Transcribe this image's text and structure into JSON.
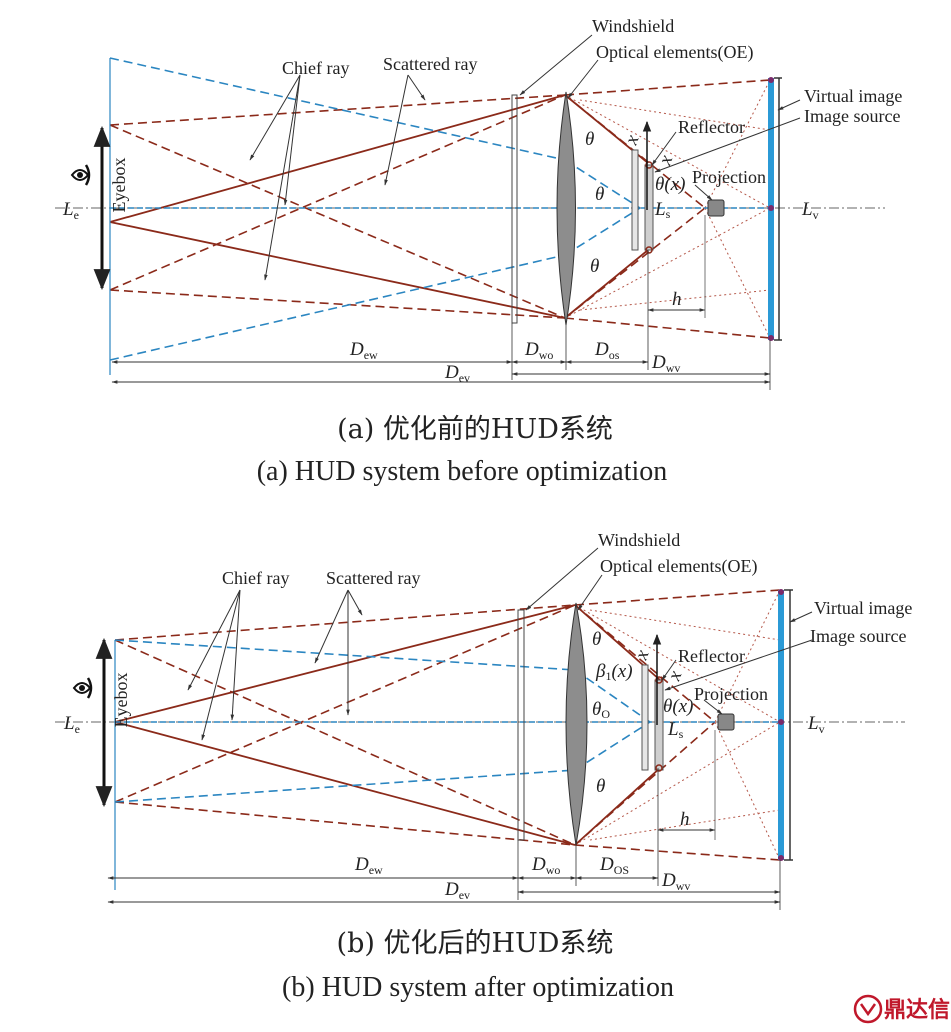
{
  "diagram_a": {
    "windshield": "Windshield",
    "optical_elements": "Optical elements(OE)",
    "virtual_image": "Virtual image",
    "image_source": "Image source",
    "reflector": "Reflector",
    "projection": "Projection",
    "chief_ray": "Chief ray",
    "scattered_ray": "Scattered ray",
    "eyebox": "Eyebox",
    "caption_cn": "(a) 优化前的HUD系统",
    "caption_en": "(a) HUD system before optimization",
    "sub_e": "e",
    "sub_v": "v",
    "sub_ew": "ew",
    "sub_ev": "ev",
    "sub_wo": "wo",
    "sub_os": "os",
    "sub_wv": "wv",
    "sub_s": "s"
  },
  "diagram_b": {
    "windshield": "Windshield",
    "optical_elements": "Optical elements(OE)",
    "virtual_image": "Virtual image",
    "image_source": "Image source",
    "reflector": "Reflector",
    "projection": "Projection",
    "chief_ray": "Chief ray",
    "scattered_ray": "Scattered ray",
    "eyebox": "Eyebox",
    "caption_cn": "(b) 优化后的HUD系统",
    "caption_en": "(b) HUD system after optimization",
    "sub_e": "e",
    "sub_v": "v",
    "sub_ew": "ew",
    "sub_ev": "ev",
    "sub_wo": "wo",
    "sub_os": "OS",
    "sub_wv": "wv",
    "sub_s": "s",
    "sub_o": "O",
    "sub_beta": "1"
  },
  "watermark": "鼎达信",
  "colors": {
    "brown": "#8b2a1a",
    "blue": "#2b86c1",
    "gray": "#666666"
  }
}
